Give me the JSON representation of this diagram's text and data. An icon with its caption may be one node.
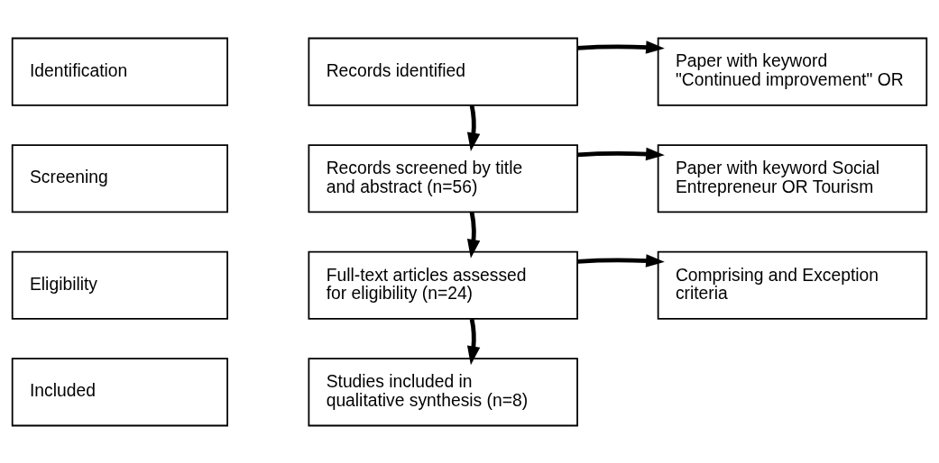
{
  "diagram": {
    "nodes": [
      {
        "text": [
          "Identification"
        ]
      },
      {
        "text": [
          "Records identified"
        ]
      },
      {
        "text": [
          "Paper with keyword \"Continued improvement\" OR"
        ]
      },
      {
        "text": [
          "Screening"
        ]
      },
      {
        "text": [
          "Records screened by title and abstract (n=56)"
        ]
      },
      {
        "text": [
          "Paper with keyword Social Entrepreneur OR Tourism"
        ]
      },
      {
        "text": [
          "Eligibility"
        ]
      },
      {
        "text": [
          "Full-text articles assessed for eligibility (n=24)"
        ]
      },
      {
        "text": [
          "Comprising and Exception criteria"
        ]
      },
      {
        "text": [
          "Included"
        ]
      },
      {
        "text": [
          "Studies included in qualitative synthesis (n=8)"
        ]
      }
    ],
    "edges": [
      {
        "from": 1,
        "to": 2,
        "arrow": "to"
      },
      {
        "from": 1,
        "to": 4,
        "arrow": "to"
      },
      {
        "from": 4,
        "to": 5,
        "arrow": "to"
      },
      {
        "from": 4,
        "to": 7,
        "arrow": "to"
      },
      {
        "from": 7,
        "to": 8,
        "arrow": "to"
      },
      {
        "from": 7,
        "to": 10,
        "arrow": "to"
      }
    ]
  }
}
